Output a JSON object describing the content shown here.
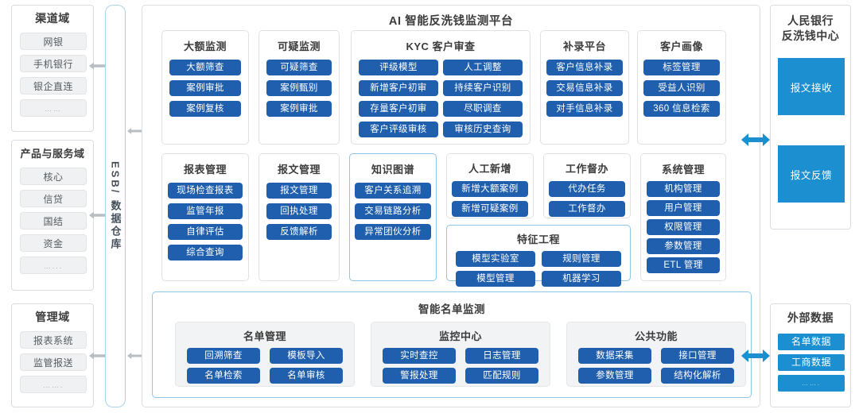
{
  "left_domains": [
    {
      "title": "渠道域",
      "items": [
        "网银",
        "手机银行",
        "银企直连",
        "……"
      ]
    },
    {
      "title": "产品与服务域",
      "items": [
        "核心",
        "信贷",
        "国结",
        "资金",
        "…..."
      ]
    },
    {
      "title": "管理域",
      "items": [
        "报表系统",
        "监管报送",
        "……."
      ]
    }
  ],
  "esb": {
    "label": "ESB/ 数据仓库"
  },
  "platform": {
    "title": "AI 智能反洗钱监测平台",
    "row1": [
      {
        "title": "大额监测",
        "cols": 1,
        "highlight": false,
        "items": [
          "大额筛查",
          "案例审批",
          "案例复核"
        ]
      },
      {
        "title": "可疑监测",
        "cols": 1,
        "highlight": false,
        "items": [
          "可疑筛查",
          "案例甄别",
          "案例审批"
        ]
      },
      {
        "title": "KYC 客户审查",
        "cols": 2,
        "highlight": false,
        "items": [
          "评级模型",
          "人工调整",
          "新增客户初审",
          "持续客户识别",
          "存量客户初审",
          "尽职调查",
          "客户评级审核",
          "审核历史查询"
        ]
      },
      {
        "title": "补录平台",
        "cols": 1,
        "highlight": false,
        "items": [
          "客户信息补录",
          "交易信息补录",
          "对手信息补录"
        ]
      },
      {
        "title": "客户画像",
        "cols": 1,
        "highlight": false,
        "items": [
          "标签管理",
          "受益人识别",
          "360 信息检索"
        ]
      }
    ],
    "row2": [
      {
        "title": "报表管理",
        "cols": 1,
        "highlight": false,
        "items": [
          "现场检查报表",
          "监管年报",
          "自律评估",
          "综合查询"
        ]
      },
      {
        "title": "报文管理",
        "cols": 1,
        "highlight": false,
        "items": [
          "报文管理",
          "回执处理",
          "反馈解析"
        ]
      },
      {
        "title": "知识图谱",
        "cols": 1,
        "highlight": true,
        "items": [
          "客户关系追溯",
          "交易链路分析",
          "异常团伙分析"
        ]
      },
      {
        "title": "人工新增",
        "cols": 1,
        "highlight": false,
        "items": [
          "新增大额案例",
          "新增可疑案例"
        ]
      },
      {
        "title": "工作督办",
        "cols": 1,
        "highlight": false,
        "items": [
          "代办任务",
          "工作督办"
        ]
      },
      {
        "title": "系统管理",
        "cols": 1,
        "highlight": false,
        "items": [
          "机构管理",
          "用户管理",
          "权限管理",
          "参数管理",
          "ETL 管理"
        ]
      }
    ],
    "feature_engineering": {
      "title": "特征工程",
      "highlight": true,
      "items": [
        "模型实验室",
        "规则管理",
        "模型管理",
        "机器学习"
      ]
    },
    "list_monitor": {
      "title": "智能名单监测",
      "groups": [
        {
          "title": "名单管理",
          "items": [
            "回溯筛查",
            "模板导入",
            "名单检索",
            "名单审核"
          ]
        },
        {
          "title": "监控中心",
          "items": [
            "实时查控",
            "日志管理",
            "警报处理",
            "匹配规则"
          ]
        },
        {
          "title": "公共功能",
          "items": [
            "数据采集",
            "接口管理",
            "参数管理",
            "结构化解析"
          ]
        }
      ]
    }
  },
  "right_panels": [
    {
      "title": "人民银行\n反洗钱中心",
      "type": "blocks",
      "items": [
        "报文接收",
        "报文反馈"
      ]
    },
    {
      "title": "外部数据",
      "type": "pills",
      "items": [
        "名单数据",
        "工商数据",
        "……."
      ]
    }
  ],
  "colors": {
    "button_blue": "#1f5fad",
    "cyan": "#1b8fcf",
    "arrow_blue": "#1b8fcf",
    "arrow_gray": "#b9bec3",
    "highlight_border": "#8ec6e8"
  }
}
